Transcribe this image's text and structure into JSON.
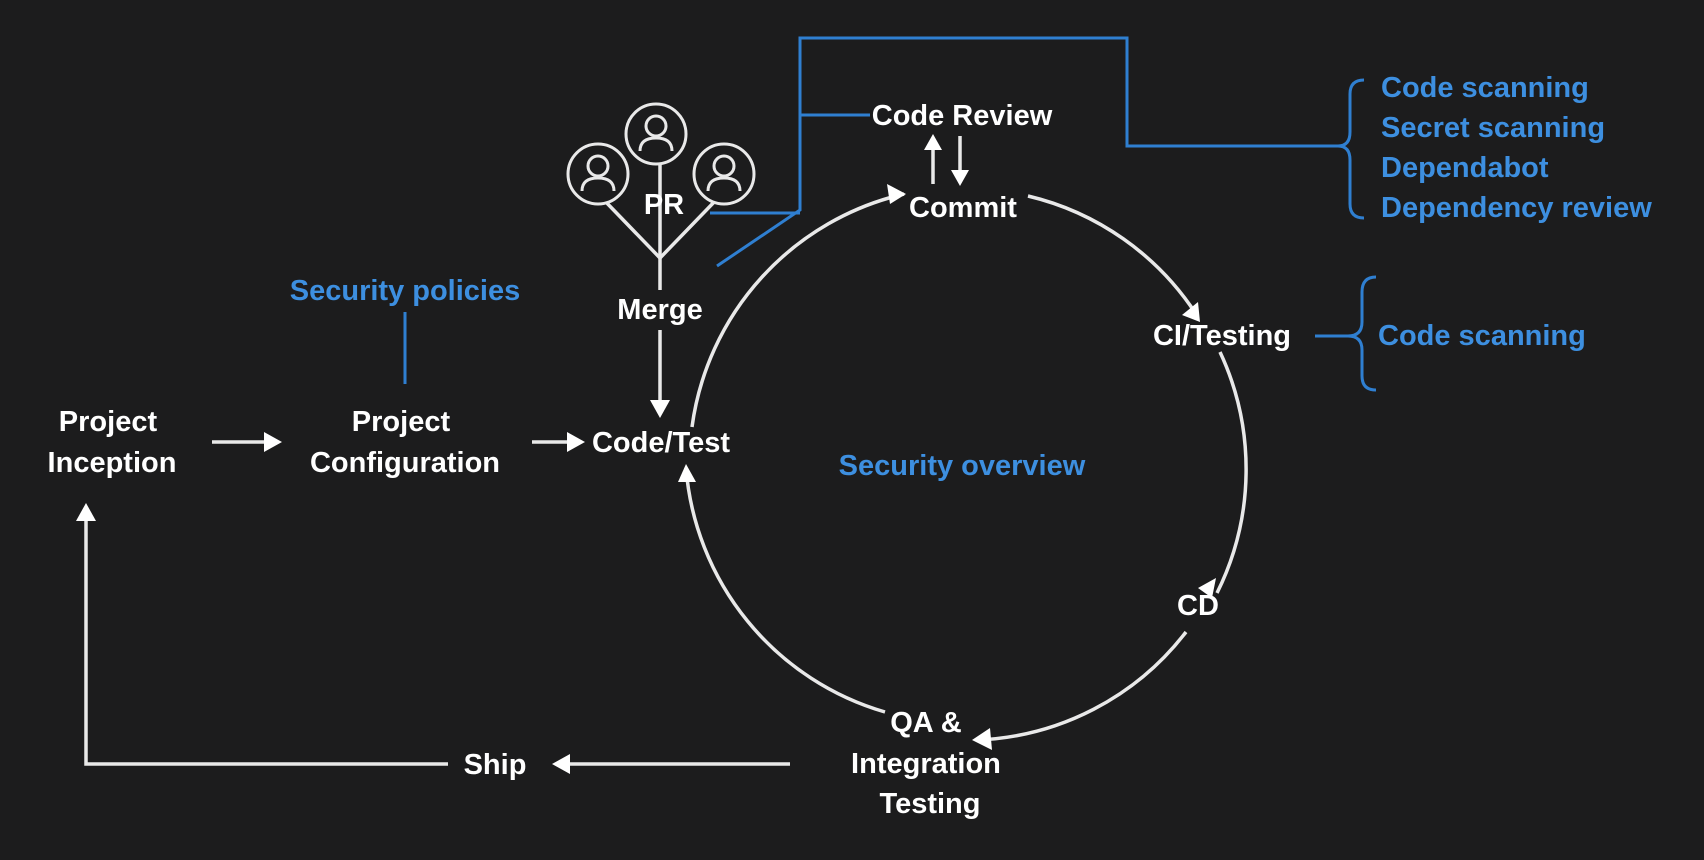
{
  "nodes": {
    "project_inception": [
      "Project",
      "Inception"
    ],
    "project_configuration": [
      "Project",
      "Configuration"
    ],
    "code_test": "Code/Test",
    "merge": "Merge",
    "pr": "PR",
    "code_review": "Code Review",
    "commit": "Commit",
    "ci_testing": "CI/Testing",
    "cd": "CD",
    "qa_integration": [
      "QA &",
      "Integration",
      "Testing"
    ],
    "ship": "Ship"
  },
  "security": {
    "policies": "Security policies",
    "overview": "Security overview",
    "review_tools": [
      "Code scanning",
      "Secret scanning",
      "Dependabot",
      "Dependency review"
    ],
    "ci_tools": [
      "Code scanning"
    ]
  },
  "colors": {
    "background": "#1c1c1d",
    "node_text": "#ffffff",
    "flow_lines": "#e9e9e9",
    "security_accent": "#3d8fe0",
    "security_lines": "#2f7fd1"
  },
  "icons": [
    "person-icon",
    "person-icon",
    "person-icon"
  ]
}
